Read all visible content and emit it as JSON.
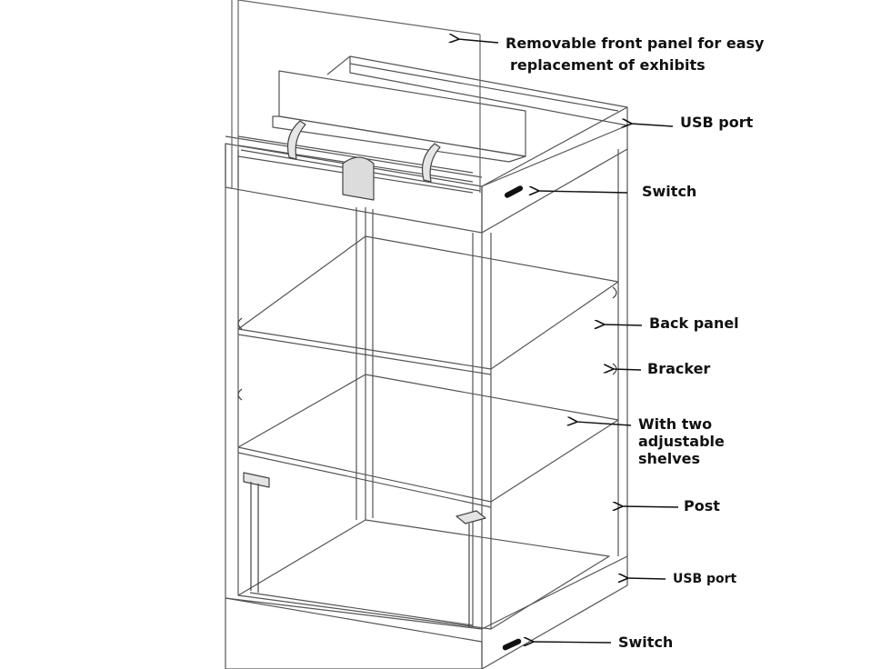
{
  "colors": {
    "ink": "#111111",
    "line": "#555555",
    "accent": "#222222",
    "background": "#ffffff"
  },
  "callouts": {
    "front_panel": {
      "line1": "Removable front panel for easy",
      "line2": "replacement of exhibits"
    },
    "usb_top": "USB port",
    "switch_top": "Switch",
    "back_panel": "Back panel",
    "bracker": "Bracker",
    "shelves": {
      "line1": "With two",
      "line2": "adjustable",
      "line3": "shelves"
    },
    "post": "Post",
    "usb_bottom": "USB port",
    "switch_bottom": "Switch"
  }
}
